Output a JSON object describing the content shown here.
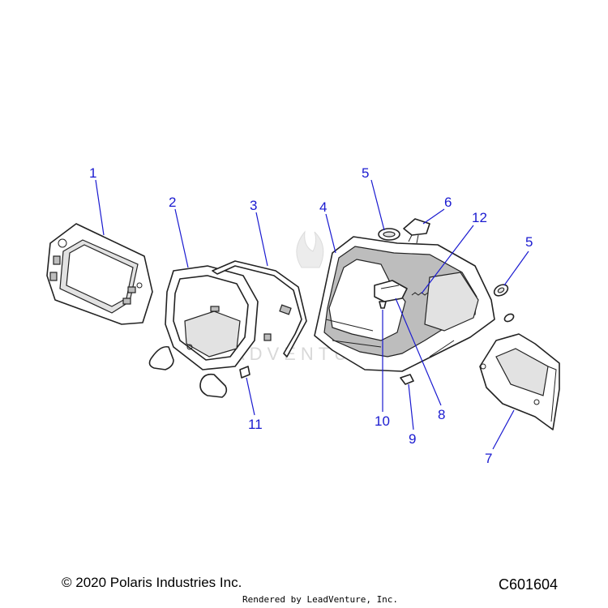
{
  "callouts": [
    {
      "label": "1"
    },
    {
      "label": "2"
    },
    {
      "label": "3"
    },
    {
      "label": "4"
    },
    {
      "label": "5"
    },
    {
      "label": "6"
    },
    {
      "label": "12"
    },
    {
      "label": "5"
    },
    {
      "label": "11"
    },
    {
      "label": "10"
    },
    {
      "label": "9"
    },
    {
      "label": "8"
    },
    {
      "label": "7"
    }
  ],
  "watermark": "LEADVENTURE",
  "footer": {
    "copyright": "© 2020 Polaris Industries Inc.",
    "rendered_by": "Rendered by LeadVenture, Inc.",
    "diagram_code": "C601604"
  },
  "colors": {
    "callout": "#1a1ad0",
    "line": "#222222"
  }
}
